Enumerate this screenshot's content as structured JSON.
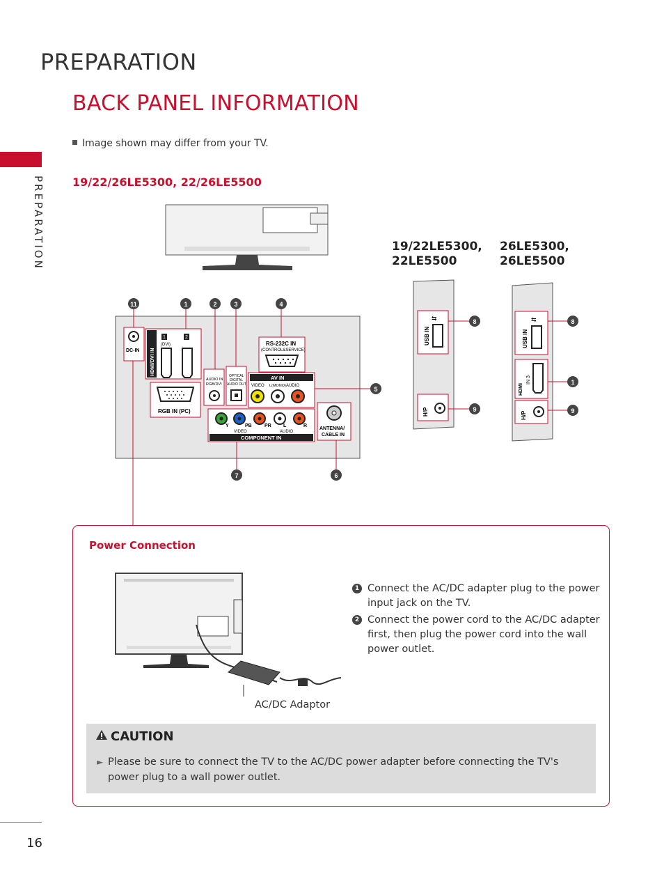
{
  "header": {
    "title": "PREPARATION"
  },
  "side_label": "PREPARATION",
  "section_title": "BACK PANEL INFORMATION",
  "note": "Image shown may differ from your TV.",
  "model_heading": "19/22/26LE5300, 22/26LE5500",
  "variants": [
    {
      "line1": "19/22LE5300,",
      "line2": "22LE5500"
    },
    {
      "line1": "26LE5300,",
      "line2": "26LE5500"
    }
  ],
  "panel": {
    "ports": {
      "dc_in": "DC-IN",
      "hdmi": "HDMI/DVI IN",
      "dvi": "(DVI)",
      "hdmi_nums": [
        "1",
        "2"
      ],
      "audio_in": [
        "AUDIO IN",
        "RGB/DVI"
      ],
      "optical": [
        "OPTICAL",
        "DIGITAL",
        "AUDIO OUT"
      ],
      "rs232": "RS-232C IN",
      "rs232_sub": "(CONTROL&SERVICE)",
      "av_in": "AV IN",
      "av_video": "VIDEO",
      "av_mono": "L(MONO)",
      "av_audio": "AUDIO",
      "rgb_in": "RGB IN (PC)",
      "component": "COMPONENT IN",
      "comp_video": "VIDEO",
      "comp_audio": "AUDIO",
      "comp_labels": [
        "Y",
        "PB",
        "PR",
        "L",
        "R"
      ],
      "antenna": [
        "ANTENNA/",
        "CABLE IN"
      ],
      "usb_in": "USB IN",
      "hp": "H/P",
      "hdmi3": "IN 3",
      "hdmi3_logo": "HDMI"
    },
    "callouts": [
      "11",
      "1",
      "2",
      "3",
      "4",
      "5",
      "6",
      "7",
      "8",
      "9",
      "8",
      "1",
      "9"
    ]
  },
  "power": {
    "title": "Power Connection",
    "steps": [
      {
        "num": "1",
        "text": "Connect the AC/DC adapter plug to the power input jack on the TV."
      },
      {
        "num": "2",
        "text": "Connect the power cord to the AC/DC adapter first, then plug the power cord into the wall power outlet."
      }
    ],
    "adaptor_label": "AC/DC Adaptor"
  },
  "caution": {
    "title": "CAUTION",
    "text": "Please be sure to connect the TV to the AC/DC power adapter before connecting the TV's power plug to a wall power outlet."
  },
  "page_number": "16",
  "colors": {
    "accent": "#c8102e",
    "caution_bg": "#dcdcdc"
  }
}
